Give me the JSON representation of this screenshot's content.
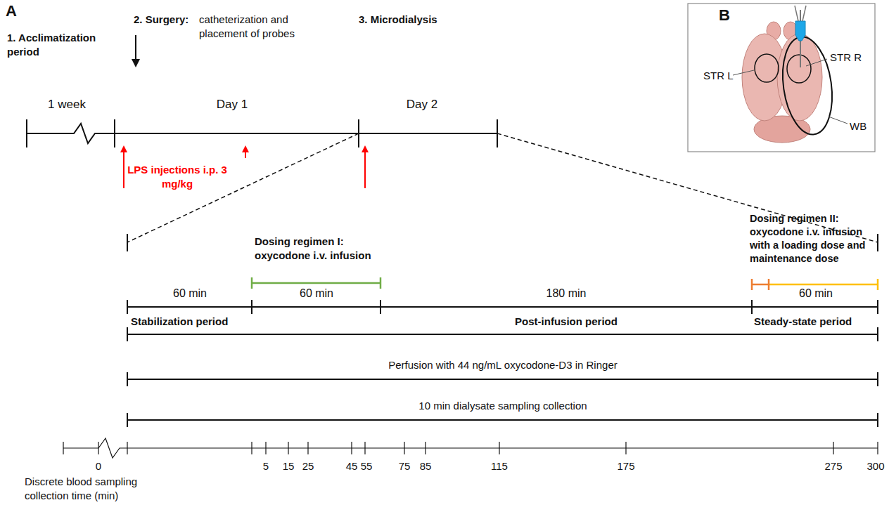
{
  "diagram": {
    "labels": [
      "A",
      "1. Acclimatization period",
      "2. Surgery:",
      "catheterization and placement of probes",
      "3. Microdialysis",
      "1 week",
      "Day 1",
      "Day 2",
      "LPS injections i.p. 3 mg/kg",
      "Dosing regimen I: oxycodone i.v. infusion",
      "Dosing regimen II: oxycodone i.v. infusion with a loading dose and maintenance dose",
      "60 min",
      "60 min",
      "180 min",
      "60 min",
      "Stabilization period",
      "Post-infusion period",
      "Steady-state period",
      "Perfusion with 44 ng/mL oxycodone-D3 in Ringer",
      "10 min dialysate sampling collection",
      "0",
      "5",
      "15",
      "25",
      "45",
      "55",
      "75",
      "85",
      "115",
      "175",
      "275",
      "300",
      "Discrete blood sampling collection time (min)",
      "B",
      "STR L",
      "STR R",
      "WB"
    ]
  }
}
